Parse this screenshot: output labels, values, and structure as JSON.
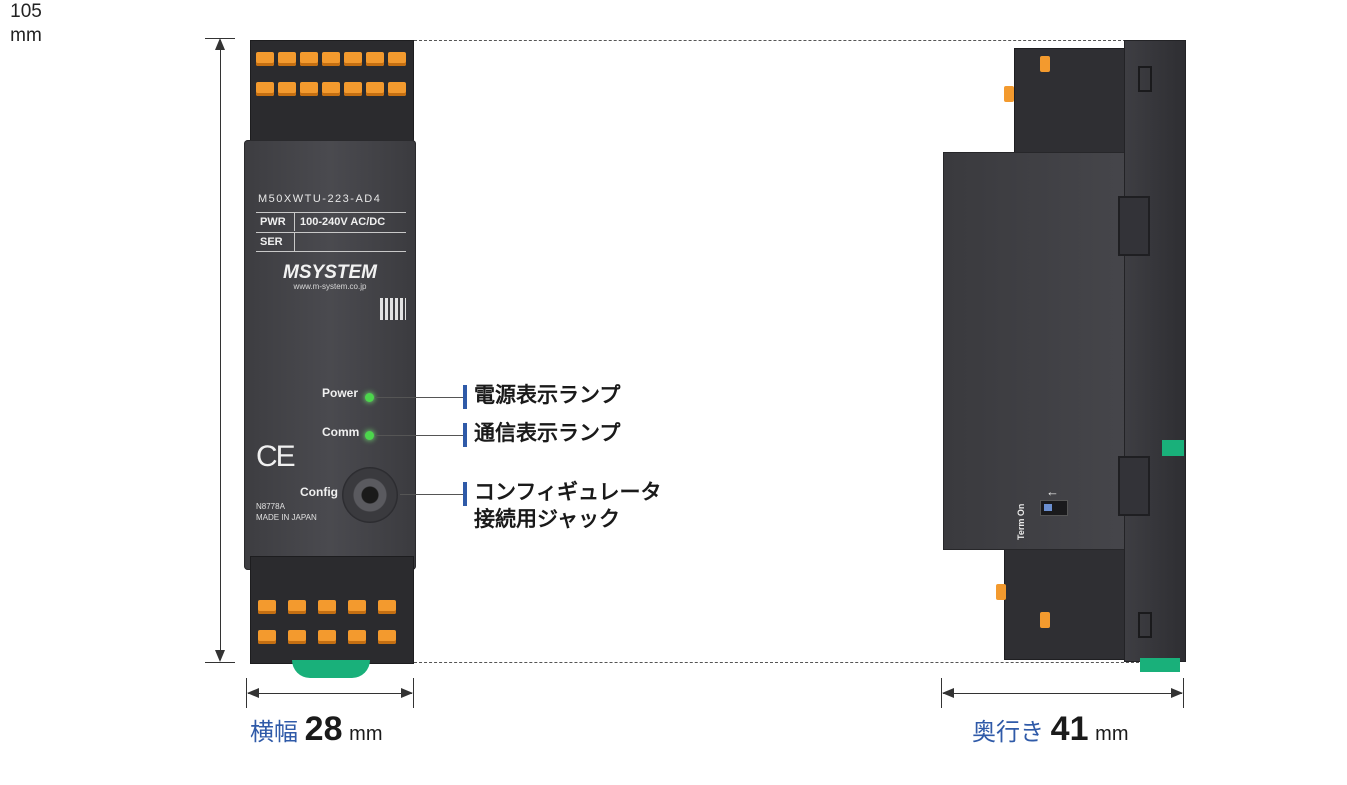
{
  "dimensions": {
    "height": {
      "value": "105",
      "unit": "mm"
    },
    "width": {
      "label": "横幅",
      "value": "28",
      "unit": "mm"
    },
    "depth": {
      "label": "奥行き",
      "value": "41",
      "unit": "mm"
    }
  },
  "module": {
    "model": "M50XWTU-223-AD4",
    "spec_rows": [
      {
        "key": "PWR",
        "value": "100-240V AC/DC"
      },
      {
        "key": "SER",
        "value": ""
      }
    ],
    "brand": "MSYSTEM",
    "url": "www.m-system.co.jp",
    "ce": "CE",
    "cert_code": "N8778A",
    "origin": "MADE IN JAPAN",
    "leds": [
      {
        "label": "Power",
        "callout": "電源表示ランプ",
        "color": "#4cd64c"
      },
      {
        "label": "Comm",
        "callout": "通信表示ランプ",
        "color": "#4cd64c"
      }
    ],
    "config": {
      "label": "Config",
      "callout_line1": "コンフィギュレータ",
      "callout_line2": "接続用ジャック"
    }
  },
  "side_view": {
    "switch_label": "Term On",
    "arrow": "←"
  },
  "colors": {
    "accent_blue": "#2f5aa8",
    "terminal_orange": "#f39a2e",
    "din_green": "#19b07a",
    "housing": "#434347"
  }
}
